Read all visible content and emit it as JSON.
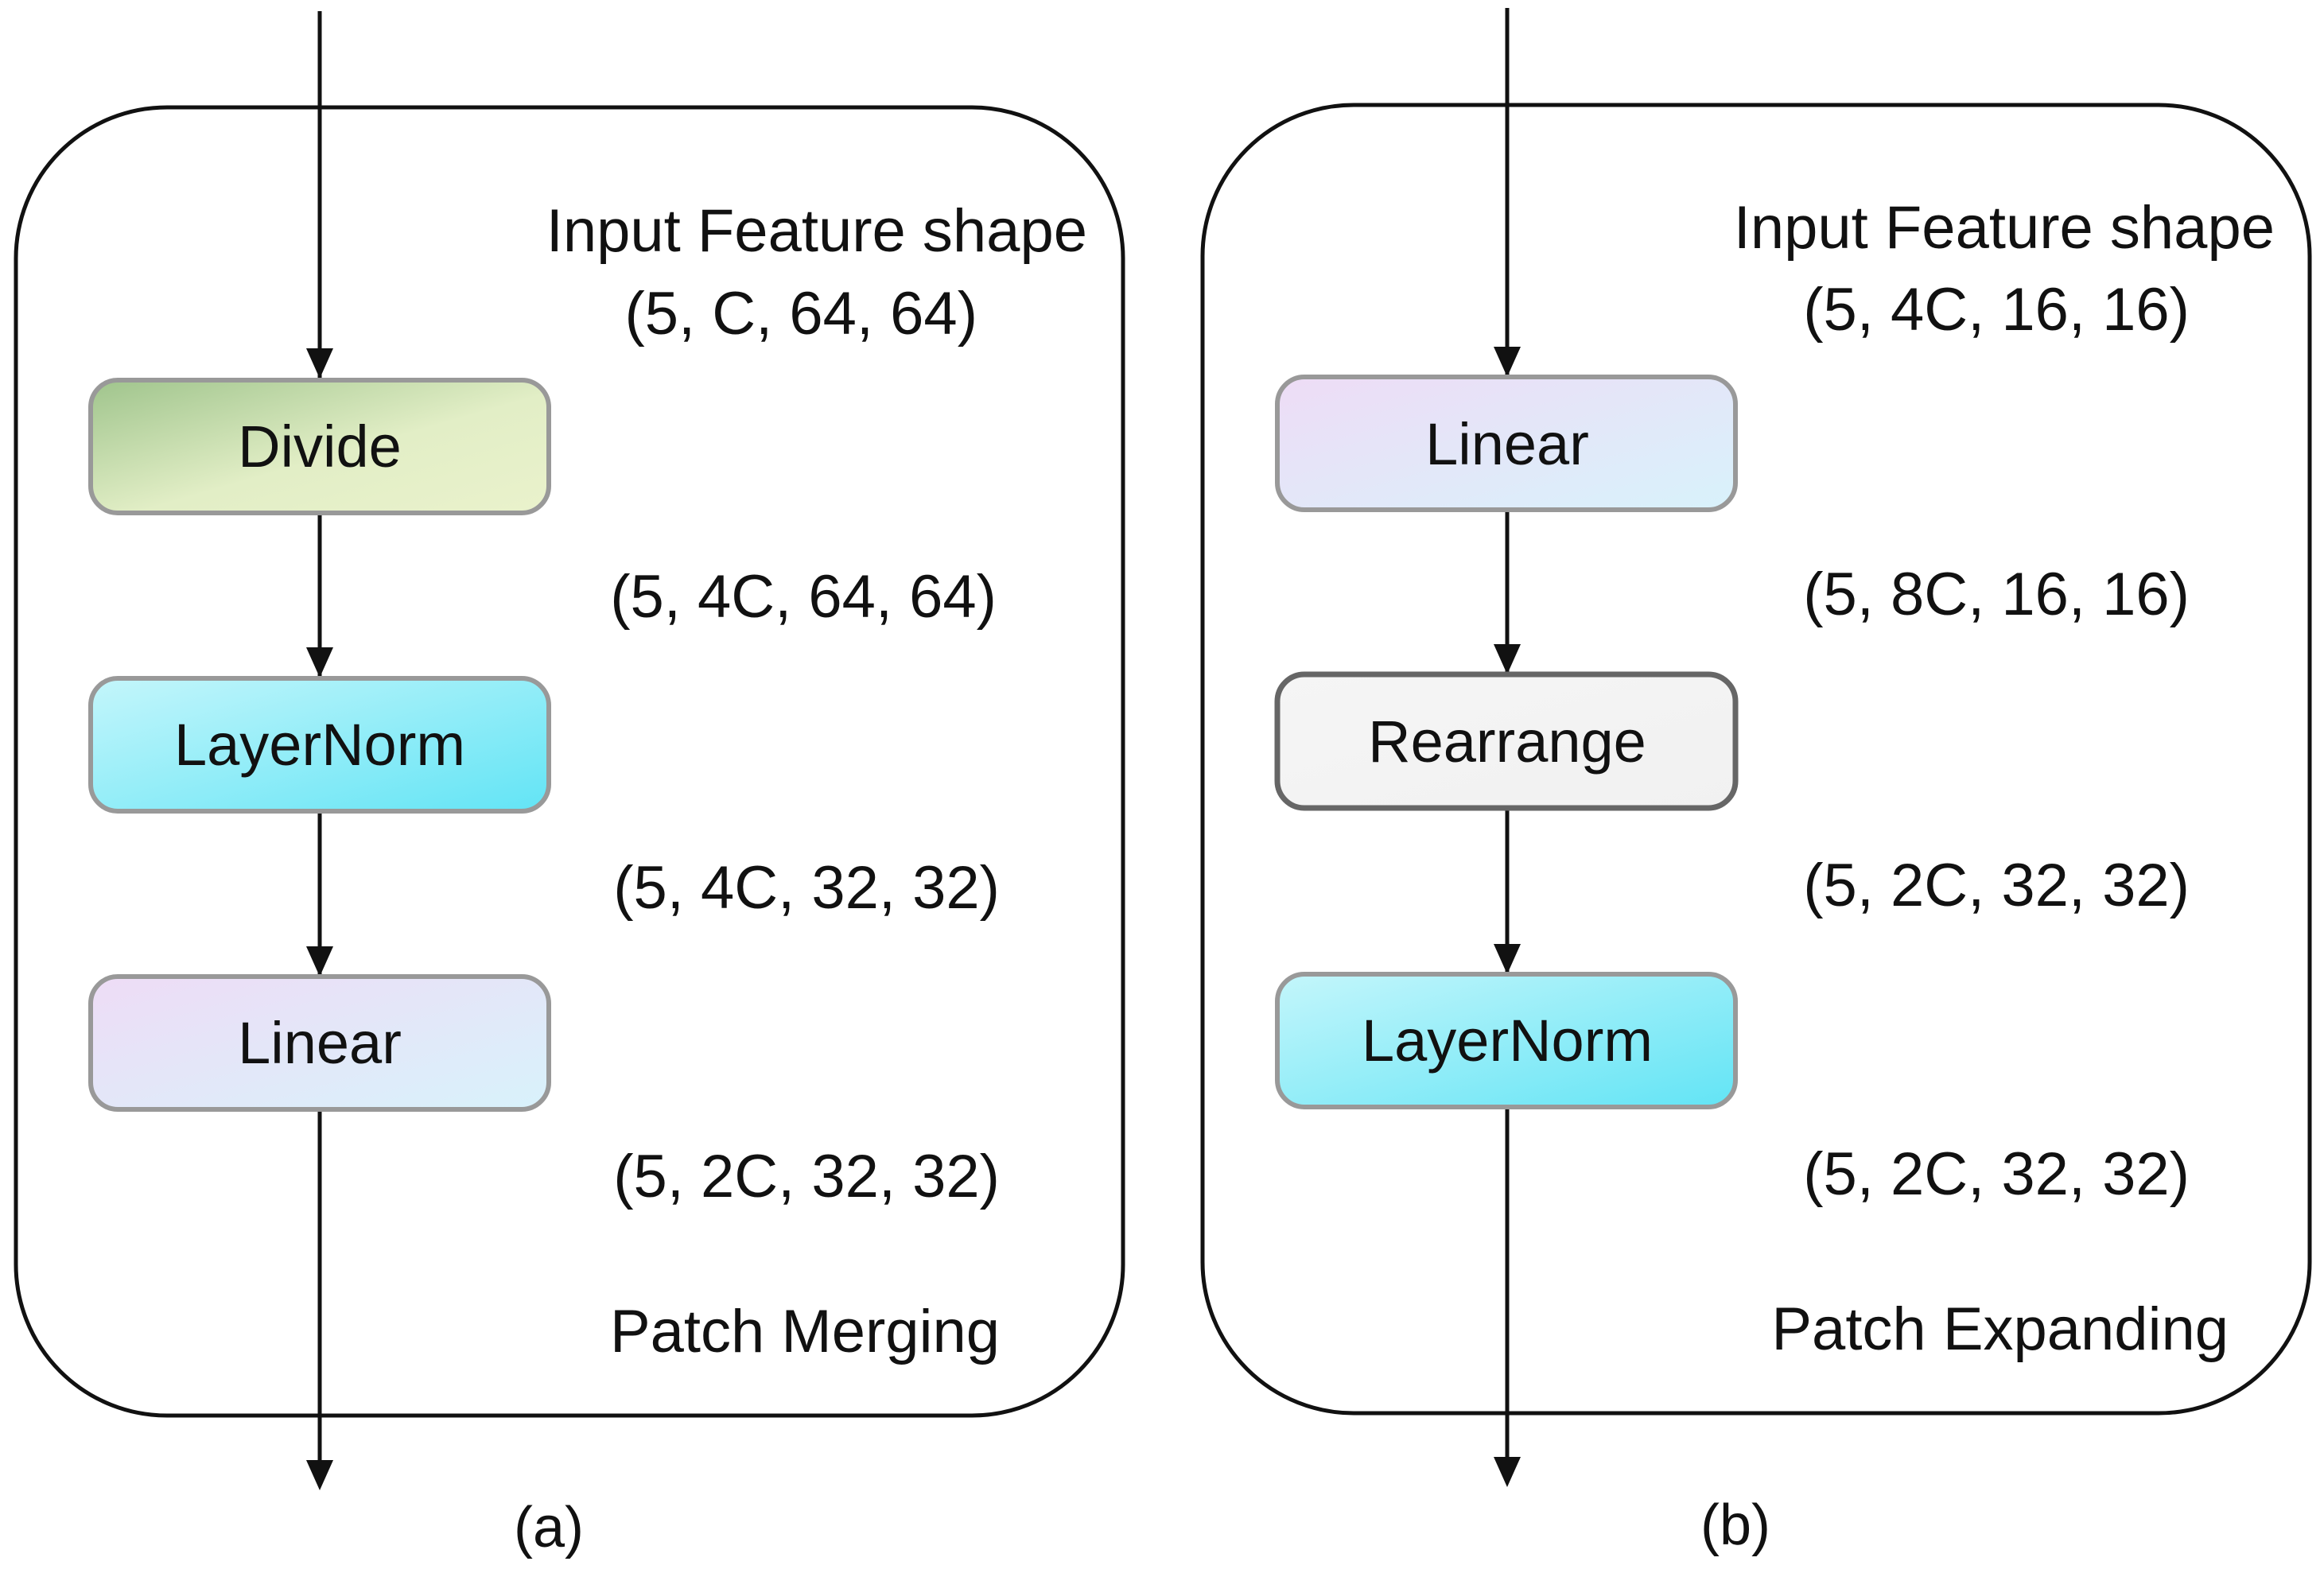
{
  "panels": [
    {
      "caption": "(a)",
      "title": "Patch Merging",
      "input_label": "Input Feature shape",
      "input_shape": "(5, C, 64, 64)",
      "blocks": [
        {
          "label": "Divide",
          "style": "green"
        },
        {
          "label": "LayerNorm",
          "style": "cyan"
        },
        {
          "label": "Linear",
          "style": "lavender"
        }
      ],
      "shapes_after": [
        "(5, 4C, 64, 64)",
        "(5, 4C, 32, 32)",
        "(5, 2C, 32, 32)"
      ]
    },
    {
      "caption": "(b)",
      "title": "Patch Expanding",
      "input_label": "Input Feature shape",
      "input_shape": "(5, 4C, 16, 16)",
      "blocks": [
        {
          "label": "Linear",
          "style": "lavender"
        },
        {
          "label": "Rearrange",
          "style": "gray"
        },
        {
          "label": "LayerNorm",
          "style": "cyan"
        }
      ],
      "shapes_after": [
        "(5, 8C, 16, 16)",
        "(5, 2C, 32, 32)",
        "(5, 2C, 32, 32)"
      ]
    }
  ],
  "colors": {
    "green": [
      "#9fc48c",
      "#e6f0c8"
    ],
    "cyan": [
      "#b8f4fa",
      "#6ae6f6"
    ],
    "lavender": [
      "#ecdcf6",
      "#dcf2fa"
    ],
    "gray": [
      "#f4f4f4",
      "#f4f4f4"
    ]
  }
}
